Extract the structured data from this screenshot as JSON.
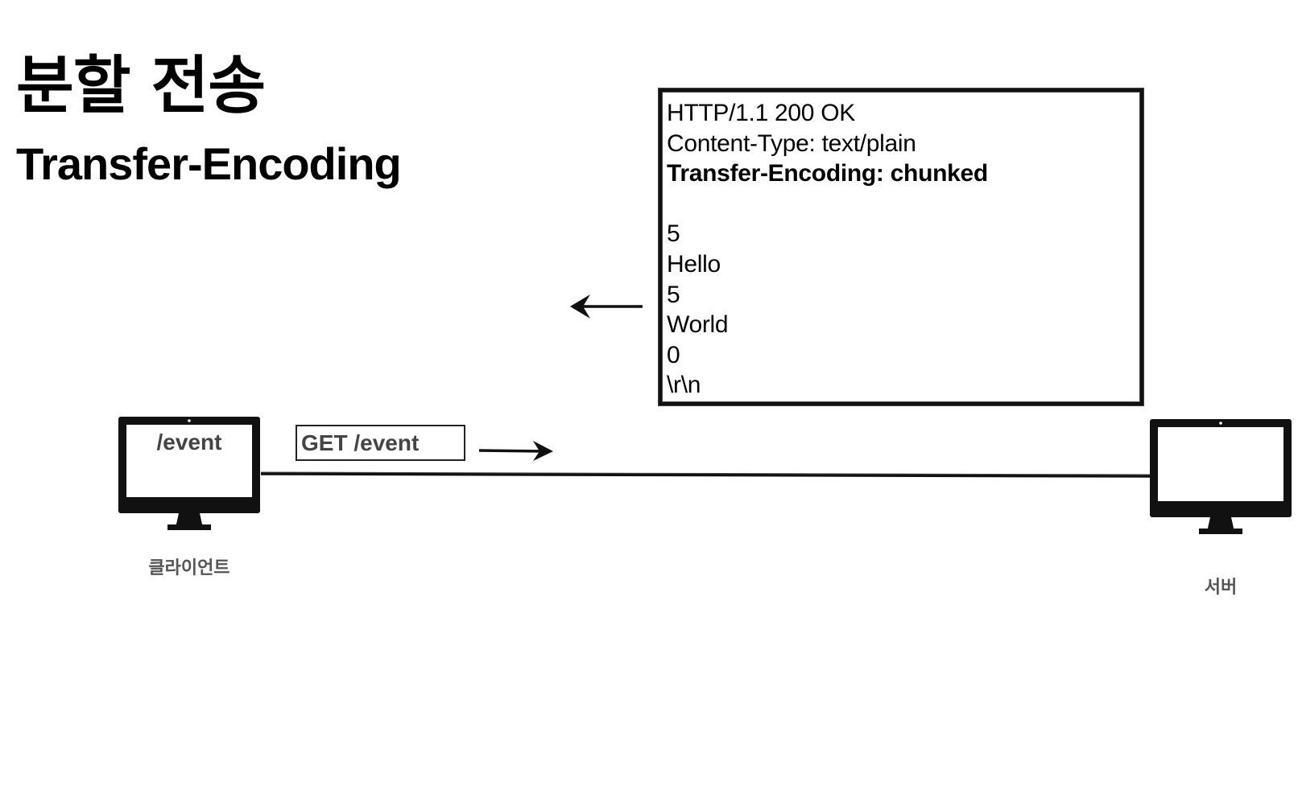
{
  "title": {
    "korean": "분할 전송",
    "english": "Transfer-Encoding"
  },
  "response": {
    "lines": [
      {
        "text": "HTTP/1.1 200 OK",
        "bold": false
      },
      {
        "text": "Content-Type: text/plain",
        "bold": false
      },
      {
        "text": "Transfer-Encoding: chunked",
        "bold": true
      },
      {
        "text": "",
        "bold": false
      },
      {
        "text": "5",
        "bold": false
      },
      {
        "text": "Hello",
        "bold": false
      },
      {
        "text": "5",
        "bold": false
      },
      {
        "text": "World",
        "bold": false
      },
      {
        "text": "0",
        "bold": false
      },
      {
        "text": "\\r\\n",
        "bold": false
      }
    ]
  },
  "request": {
    "label": "GET /event"
  },
  "client": {
    "screen_text": "/event",
    "label": "클라이언트",
    "icon": "monitor-icon"
  },
  "server": {
    "screen_text": "",
    "label": "서버",
    "icon": "monitor-icon"
  }
}
